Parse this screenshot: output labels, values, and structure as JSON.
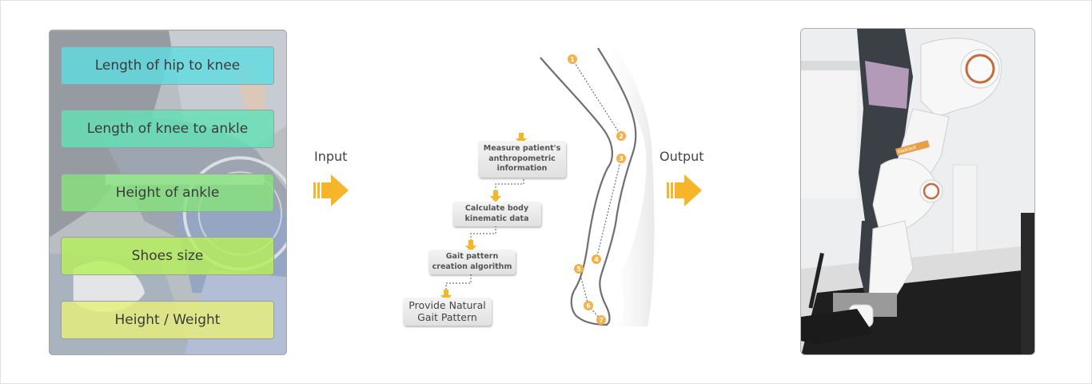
{
  "parameters": [
    {
      "label": "Length of hip to knee",
      "color": "#5fdce0"
    },
    {
      "label": "Length of knee to ankle",
      "color": "#63e0b4"
    },
    {
      "label": "Height of ankle",
      "color": "#86e27c"
    },
    {
      "label": "Shoes size",
      "color": "#b6ef5a"
    },
    {
      "label": "Height / Weight",
      "color": "#e8ef7a"
    }
  ],
  "labels": {
    "input": "Input",
    "output": "Output"
  },
  "flow_steps": [
    {
      "line1": "Measure patient's",
      "line2": "anthropometric",
      "line3": "information"
    },
    {
      "line1": "Calculate body",
      "line2": "kinematic data"
    },
    {
      "line1": "Gait pattern",
      "line2": "creation algorithm"
    },
    {
      "line1": "Provide Natural",
      "line2": "Gait Pattern"
    }
  ],
  "leg_markers": [
    "1",
    "2",
    "3",
    "4",
    "5",
    "6",
    "7"
  ],
  "device_brand": "Walkbot",
  "colors": {
    "accent_orange": "#f7b52a",
    "marker_orange": "#f5b04a"
  }
}
